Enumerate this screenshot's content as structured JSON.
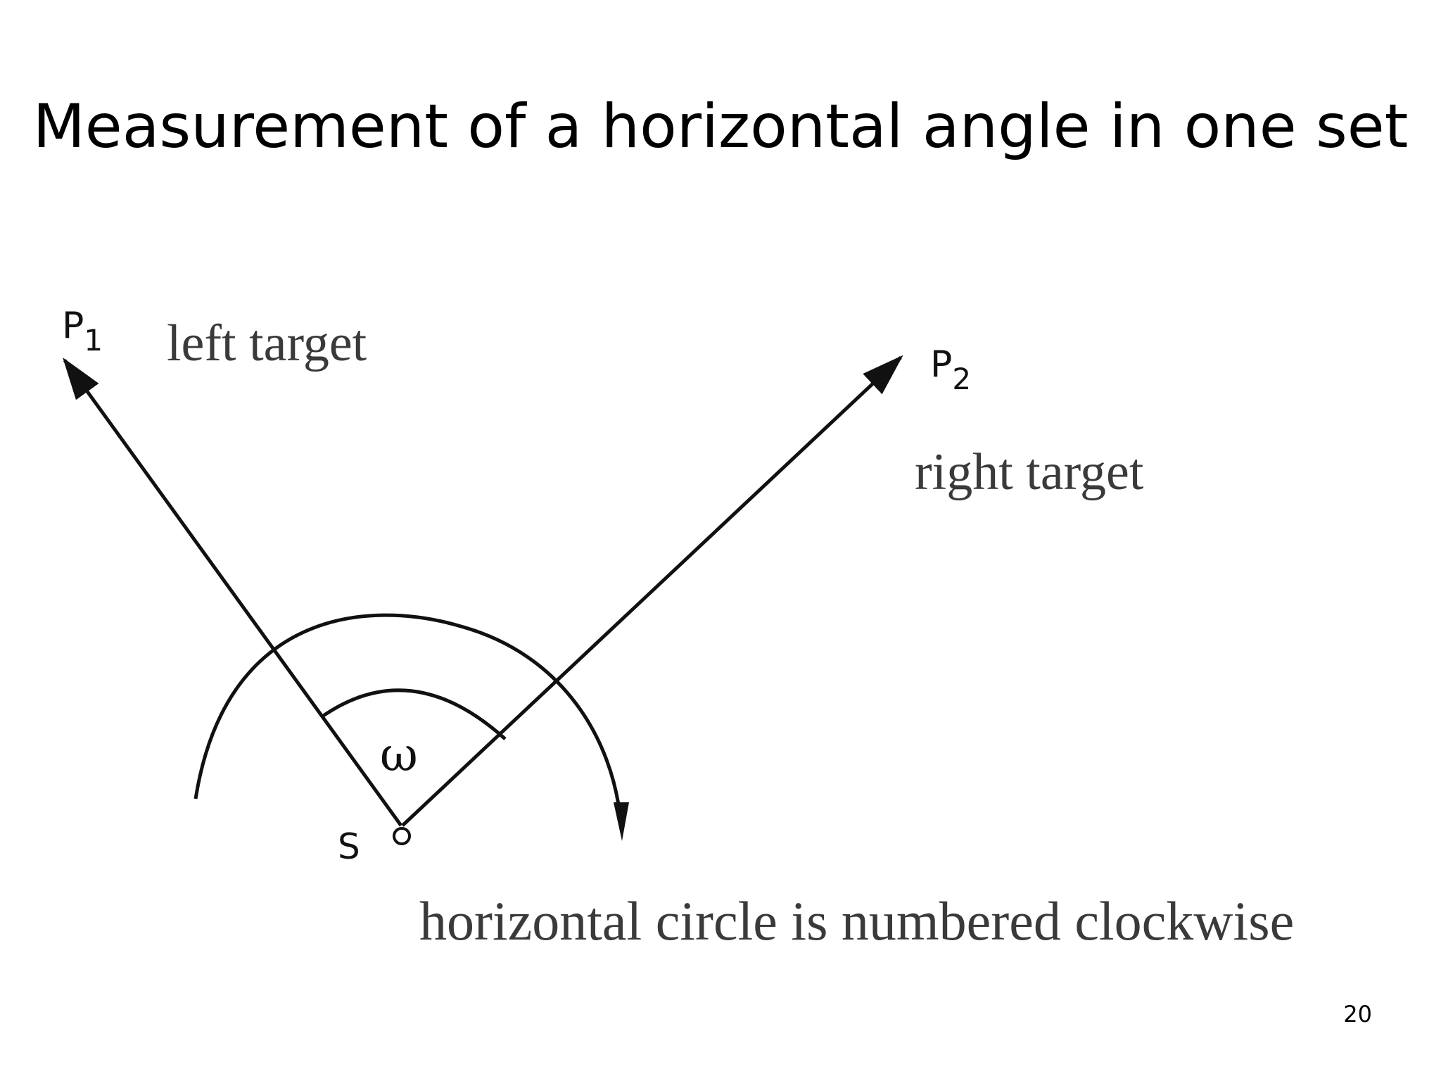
{
  "slide": {
    "title": "Measurement of a horizontal angle in one set",
    "page_number": "20"
  },
  "diagram": {
    "p1_label": "P",
    "p1_subscript": "1",
    "p2_label": "P",
    "p2_subscript": "2",
    "left_target_label": "left target",
    "right_target_label": "right target",
    "station_label": "S",
    "angle_label": "ω",
    "caption": "horizontal circle is numbered clockwise"
  },
  "colors": {
    "ink": "#111111",
    "label_gray": "#3a3a3a"
  }
}
